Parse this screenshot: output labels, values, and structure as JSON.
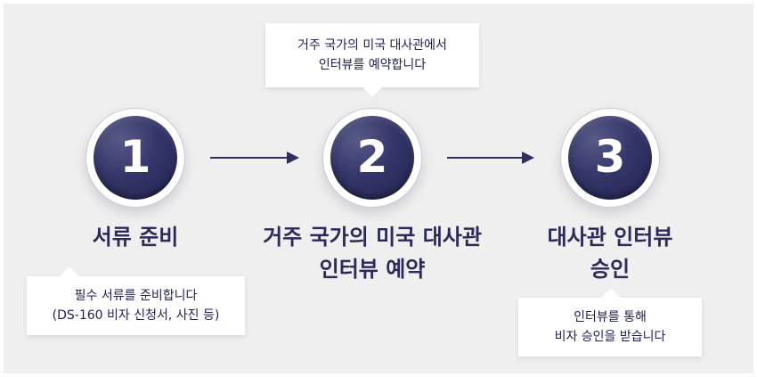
{
  "steps": [
    {
      "number": "1",
      "title_line1": "서류 준비",
      "title_line2": "",
      "note_line1": "필수 서류를 준비합니다",
      "note_line2": "(DS-160 비자 신청서, 사진 등)"
    },
    {
      "number": "2",
      "title_line1": "거주 국가의 미국 대사관",
      "title_line2": "인터뷰 예약",
      "note_line1": "거주 국가의 미국 대사관에서",
      "note_line2": "인터뷰를 예약합니다"
    },
    {
      "number": "3",
      "title_line1": "대사관 인터뷰",
      "title_line2": "승인",
      "note_line1": "인터뷰를 통해",
      "note_line2": "비자 승인을 받습니다"
    }
  ],
  "colors": {
    "circle_fill": "#34366a",
    "text_dark": "#2a2b5a",
    "background": "#efefef"
  }
}
